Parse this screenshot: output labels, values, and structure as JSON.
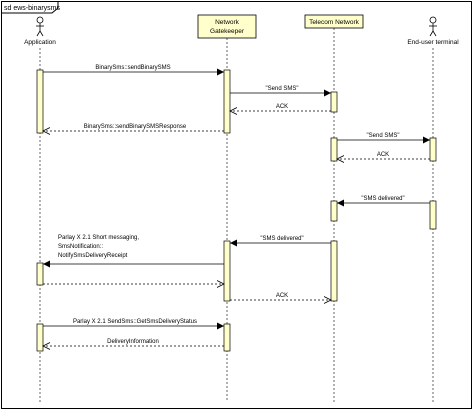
{
  "frame": {
    "title": "sd ews-binarysms"
  },
  "participants": {
    "application": {
      "label": "Application",
      "kind": "actor"
    },
    "gatekeeper": {
      "label_line1": "Network",
      "label_line2": "Gatekeeper",
      "kind": "box"
    },
    "telecom": {
      "label": "Telecom Network",
      "kind": "box"
    },
    "terminal": {
      "label": "End-user terminal",
      "kind": "actor"
    }
  },
  "messages": {
    "m1": {
      "text": "BinarySms::sendBinarySMS",
      "from": "Application",
      "to": "Network Gatekeeper",
      "style": "sync"
    },
    "m2": {
      "text": "\"Send SMS\"",
      "from": "Network Gatekeeper",
      "to": "Telecom Network",
      "style": "sync"
    },
    "m3": {
      "text": "ACK",
      "from": "Telecom Network",
      "to": "Network Gatekeeper",
      "style": "return"
    },
    "m4": {
      "text": "BinarySms::sendBinarySMSResponse",
      "from": "Network Gatekeeper",
      "to": "Application",
      "style": "return"
    },
    "m5": {
      "text": "\"Send SMS\"",
      "from": "Telecom Network",
      "to": "End-user terminal",
      "style": "sync"
    },
    "m6": {
      "text": "ACK",
      "from": "End-user terminal",
      "to": "Telecom Network",
      "style": "return"
    },
    "m7": {
      "text": "\"SMS delivered\"",
      "from": "End-user terminal",
      "to": "Telecom Network",
      "style": "sync"
    },
    "m8": {
      "text": "\"SMS delivered\"",
      "from": "Telecom Network",
      "to": "Network Gatekeeper",
      "style": "sync"
    },
    "m9": {
      "line1": "Parlay X 2.1 Short messaging,",
      "line2": "SmsNotification::",
      "line3": "NotifySmsDeliveryReceipt",
      "from": "Network Gatekeeper",
      "to": "Application",
      "style": "sync"
    },
    "m10": {
      "text": "",
      "from": "Application",
      "to": "Network Gatekeeper",
      "style": "return"
    },
    "m11": {
      "text": "ACK",
      "from": "Network Gatekeeper",
      "to": "Telecom Network",
      "style": "return"
    },
    "m12": {
      "text": "Parlay X 2.1 SendSms::GetSmsDeliveryStatus",
      "from": "Application",
      "to": "Network Gatekeeper",
      "style": "sync"
    },
    "m13": {
      "text": "DeliveryInformation",
      "from": "Network Gatekeeper",
      "to": "Application",
      "style": "return"
    }
  },
  "colors": {
    "line": "#000000",
    "box_fill": "#ffffcc",
    "activation_fill": "#ffffcc",
    "frame_fill": "#ffffff"
  }
}
